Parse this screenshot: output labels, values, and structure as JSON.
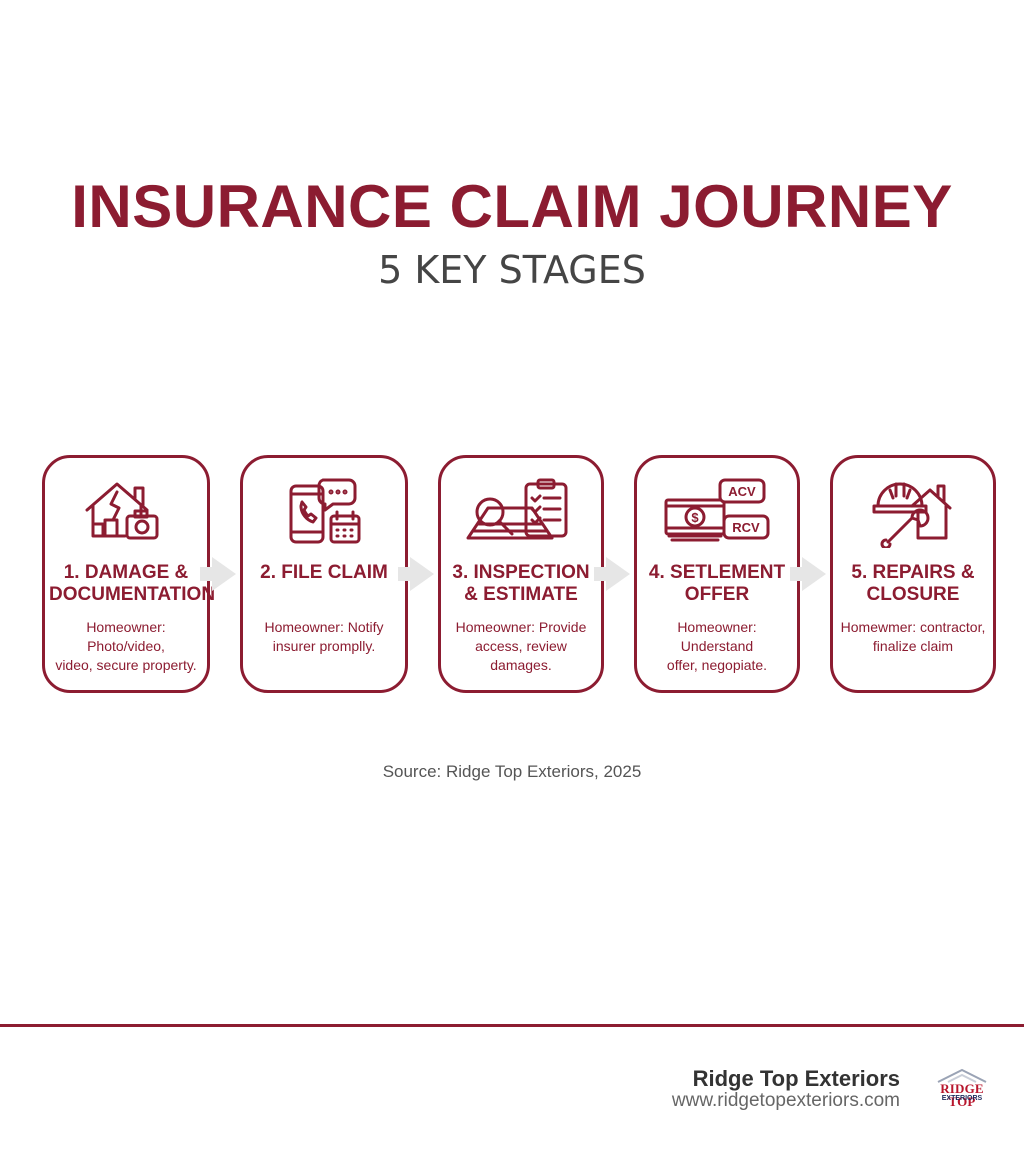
{
  "title": "INSURANCE CLAIM JOURNEY",
  "subtitle": "5 KEY STAGES",
  "stages": [
    {
      "label_line1": "1. DAMAGE &",
      "label_line2": "DOCUMENTATION",
      "desc_line1": "Homeowner: Photo/video,",
      "desc_line2": "video, secure property.",
      "desc_line3": "",
      "icon": "damaged-house-camera-icon"
    },
    {
      "label_line1": "2. FILE CLAIM",
      "label_line2": "",
      "desc_line1": "Homeowner: Notify",
      "desc_line2": "insurer promplly.",
      "desc_line3": "",
      "icon": "phone-chat-calendar-icon"
    },
    {
      "label_line1": "3. INSPECTION",
      "label_line2": "& ESTIMATE",
      "desc_line1": "Homeowner: Provide",
      "desc_line2": "access, review",
      "desc_line3": "damages.",
      "icon": "magnifier-roof-checklist-icon"
    },
    {
      "label_line1": "4. SETLEMENT",
      "label_line2": "OFFER",
      "desc_line1": "Homeowner: Understand",
      "desc_line2": "offer, negopiate.",
      "desc_line3": "",
      "icon": "money-acv-rcv-icon"
    },
    {
      "label_line1": "5. REPAIRS &",
      "label_line2": "CLOSURE",
      "desc_line1": "Homewmer: contractor,",
      "desc_line2": "finalize claim",
      "desc_line3": "",
      "icon": "hardhat-wrench-house-icon"
    }
  ],
  "icon_text": {
    "acv": "ACV",
    "rcv": "RCV",
    "dollar": "$"
  },
  "source": "Source: Ridge Top Exteriors, 2025",
  "footer": {
    "company": "Ridge Top Exteriors",
    "website": "www.ridgetopexteriors.com",
    "logo_line1": "RIDGE TOP",
    "logo_line2": "EXTERIORS"
  },
  "colors": {
    "accent": "#8c1c31",
    "arrow": "#e6e6e6",
    "text_gray": "#454545"
  }
}
